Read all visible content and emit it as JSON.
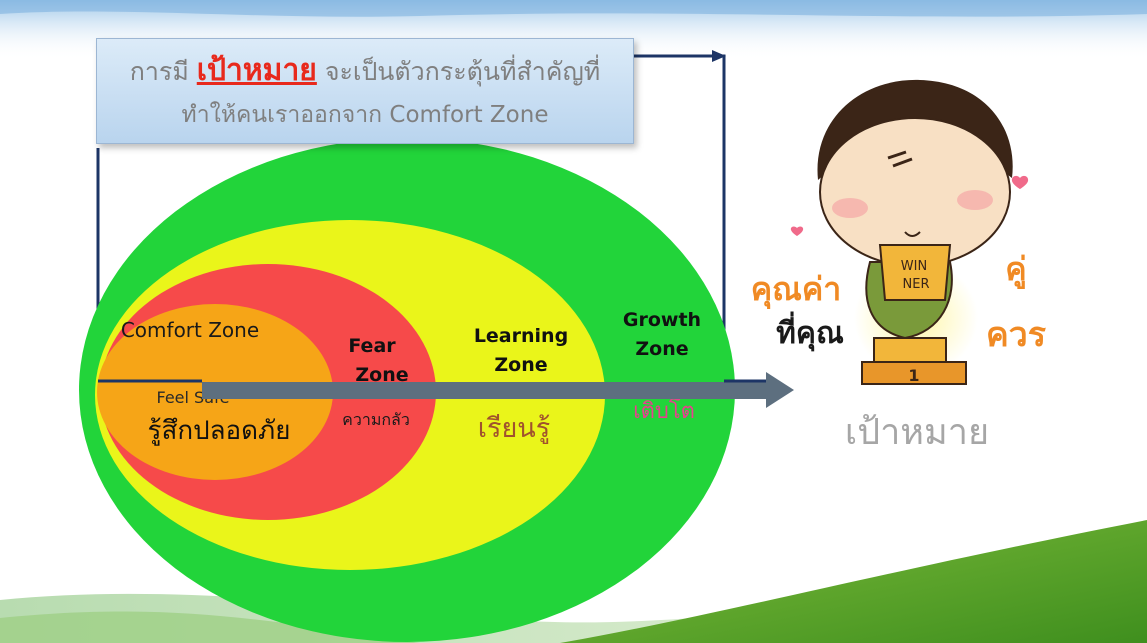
{
  "callout": {
    "prefix": "การมี ",
    "highlight": "เป้าหมาย",
    "suffix": " จะเป็นตัวกระตุ้นที่สำคัญที่",
    "line2": "ทำให้คนเราออกจาก Comfort Zone"
  },
  "zones": {
    "comfort": {
      "title": "Comfort Zone",
      "sub_en": "Feel Safe",
      "sub_th": "รู้สึกปลอดภัย"
    },
    "fear": {
      "title_line1": "Fear",
      "title_line2": "Zone",
      "sub_th": "ความกลัว"
    },
    "learning": {
      "title_line1": "Learning",
      "title_line2": "Zone",
      "sub_th": "เรียนรู้"
    },
    "growth": {
      "title_line1": "Growth",
      "title_line2": "Zone",
      "sub_th": "เติบโต"
    }
  },
  "illustration": {
    "trophy_line1": "WIN",
    "trophy_line2": "NER",
    "podium_number": "1",
    "left_text_line1": "คุณค่า",
    "left_text_line2": "ที่คุณ",
    "right_text_line1": "คู่",
    "right_text_line2": "ควร"
  },
  "goal_label": "เป้าหมาย",
  "colors": {
    "growth": "#22d43a",
    "learning": "#eaf51a",
    "fear": "#f64a4a",
    "comfort": "#f6a517",
    "arrow": "#5d6f7f",
    "connector": "#1d3566",
    "goal_text": "#a6a6a6",
    "accent_orange": "#f08a24"
  }
}
